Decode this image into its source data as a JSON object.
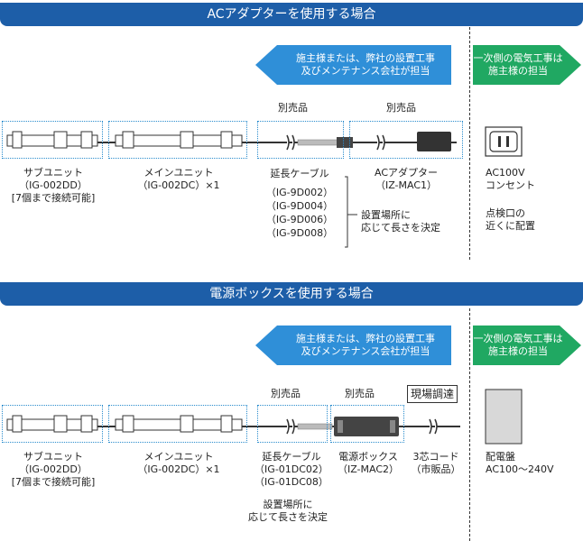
{
  "section1": {
    "title": "ACアダプターを使用する場合",
    "installer_label_line1": "施主様または、弊社の設置工事",
    "installer_label_line2": "及びメンテナンス会社が担当",
    "owner_label_line1": "一次側の電気工事は",
    "owner_label_line2": "施主様の担当",
    "separate1": "別売品",
    "separate2": "別売品",
    "sub_unit": [
      "サブユニット",
      "（IG-002DD）",
      "[7個まで接続可能]"
    ],
    "main_unit": [
      "メインユニット",
      "（IG-002DC）×1"
    ],
    "ext_cable": [
      "延長ケーブル",
      "（IG-9D002）",
      "（IG-9D004）",
      "（IG-9D006）",
      "（IG-9D008）"
    ],
    "ac_adapter": [
      "ACアダプター",
      "（IZ-MAC1）"
    ],
    "length_note": [
      "設置場所に",
      "応じて長さを決定"
    ],
    "outlet": [
      "AC100V",
      "コンセント"
    ],
    "inspection": [
      "点検口の",
      "近くに配置"
    ]
  },
  "section2": {
    "title": "電源ボックスを使用する場合",
    "installer_label_line1": "施主様または、弊社の設置工事",
    "installer_label_line2": "及びメンテナンス会社が担当",
    "owner_label_line1": "一次側の電気工事は",
    "owner_label_line2": "施主様の担当",
    "separate1": "別売品",
    "separate2": "別売品",
    "local_procure": "現場調達",
    "sub_unit": [
      "サブユニット",
      "（IG-002DD）",
      "[7個まで接続可能]"
    ],
    "main_unit": [
      "メインユニット",
      "（IG-002DC）×1"
    ],
    "ext_cable": [
      "延長ケーブル",
      "（IG-01DC02）",
      "（IG-01DC08）"
    ],
    "length_note": [
      "設置場所に",
      "応じて長さを決定"
    ],
    "power_box": [
      "電源ボックス",
      "（IZ-MAC2）"
    ],
    "cord": [
      "3芯コード",
      "（市販品）"
    ],
    "panel": [
      "配電盤",
      "AC100〜240V"
    ]
  },
  "colors": {
    "banner": "#1d5ea8",
    "blue_arrow": "#2f8fd8",
    "green_arrow": "#20a862",
    "dotted": "#2a8ccd"
  }
}
